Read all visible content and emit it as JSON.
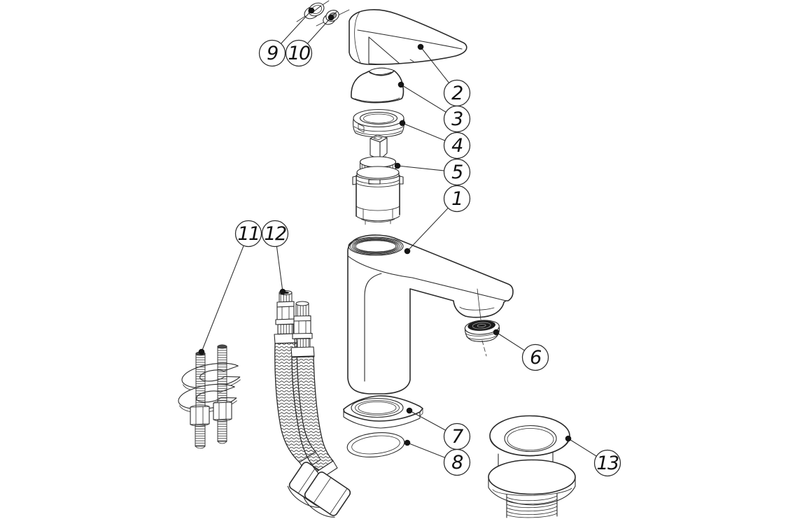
{
  "figure": {
    "type": "exploded-parts-diagram",
    "background_color": "#ffffff",
    "line_color": "#2b2b2b",
    "mesh_color": "#1b1b1b",
    "callout_count": 13
  },
  "callouts": [
    {
      "label": "1"
    },
    {
      "label": "2"
    },
    {
      "label": "3"
    },
    {
      "label": "4"
    },
    {
      "label": "5"
    },
    {
      "label": "6"
    },
    {
      "label": "7"
    },
    {
      "label": "8"
    },
    {
      "label": "9"
    },
    {
      "label": "10"
    },
    {
      "label": "11"
    },
    {
      "label": "12"
    },
    {
      "label": "13"
    }
  ]
}
